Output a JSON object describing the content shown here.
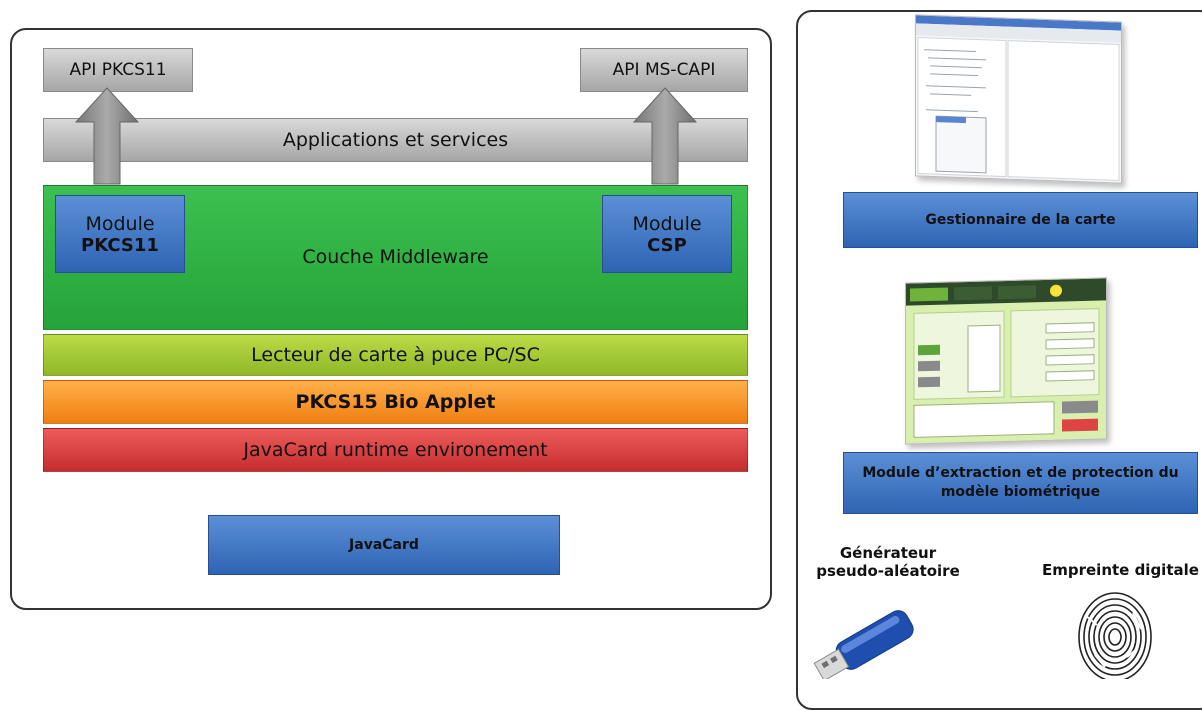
{
  "left": {
    "api_pkcs11": "API PKCS11",
    "api_mscapi": "API MS-CAPI",
    "applications": "Applications et services",
    "middleware": "Couche Middleware",
    "module_pkcs11": {
      "line1": "Module",
      "line2": "PKCS11"
    },
    "module_csp": {
      "line1": "Module",
      "line2": "CSP"
    },
    "reader": "Lecteur de carte à puce PC/SC",
    "applet": "PKCS15 Bio Applet",
    "runtime": "JavaCard runtime environement",
    "javacard": "JavaCard"
  },
  "right": {
    "card_manager": "Gestionnaire de la carte",
    "extraction_module": "Module d’extraction et de protection du modèle biométrique",
    "generator_line1": "Générateur",
    "generator_line2": "pseudo-aléatoire",
    "fingerprint": "Empreinte digitale"
  },
  "colors": {
    "blue": "#3a6fc0",
    "green": "#2fb043",
    "lime": "#a5c93a",
    "orange": "#f5921e",
    "red": "#d64242",
    "grey": "#bfbfbf"
  }
}
